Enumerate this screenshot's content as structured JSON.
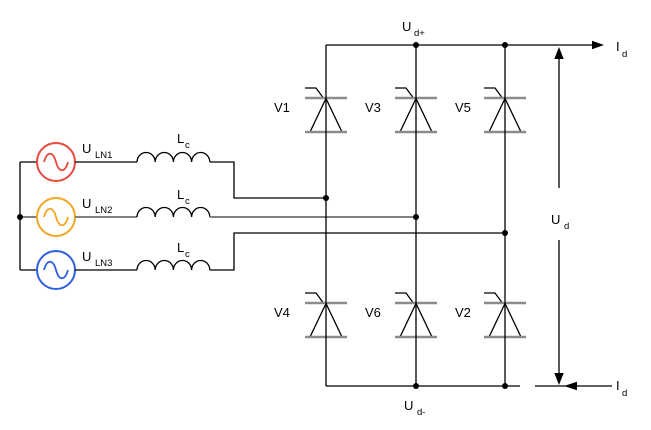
{
  "diagram": {
    "name": "three-phase-thyristor-bridge-rectifier",
    "background": "#ffffff",
    "wire_color": "#000000",
    "electrode_bar_color": "#8c8c8c",
    "sources": [
      {
        "id": "phase1",
        "label_main": "U",
        "label_sub": "LN1",
        "color": "#e8483d",
        "waveform": "sine"
      },
      {
        "id": "phase2",
        "label_main": "U",
        "label_sub": "LN2",
        "color": "#f5a623",
        "waveform": "sine"
      },
      {
        "id": "phase3",
        "label_main": "U",
        "label_sub": "LN3",
        "color": "#2f5fe0",
        "waveform": "sine"
      }
    ],
    "inductors": [
      {
        "id": "lc1",
        "label_main": "L",
        "label_sub": "c"
      },
      {
        "id": "lc2",
        "label_main": "L",
        "label_sub": "c"
      },
      {
        "id": "lc3",
        "label_main": "L",
        "label_sub": "c"
      }
    ],
    "thyristors": [
      {
        "id": "v1",
        "label": "V1",
        "row": "top"
      },
      {
        "id": "v3",
        "label": "V3",
        "row": "top"
      },
      {
        "id": "v5",
        "label": "V5",
        "row": "top"
      },
      {
        "id": "v4",
        "label": "V4",
        "row": "bottom"
      },
      {
        "id": "v6",
        "label": "V6",
        "row": "bottom"
      },
      {
        "id": "v2",
        "label": "V2",
        "row": "bottom"
      }
    ],
    "labels": {
      "dc_bus_positive": {
        "main": "U",
        "sub": "d+"
      },
      "dc_bus_negative": {
        "main": "U",
        "sub": "d-"
      },
      "dc_voltage": {
        "main": "U",
        "sub": "d"
      },
      "dc_current_top": {
        "main": "I",
        "sub": "d"
      },
      "dc_current_bottom": {
        "main": "I",
        "sub": "d"
      }
    }
  }
}
